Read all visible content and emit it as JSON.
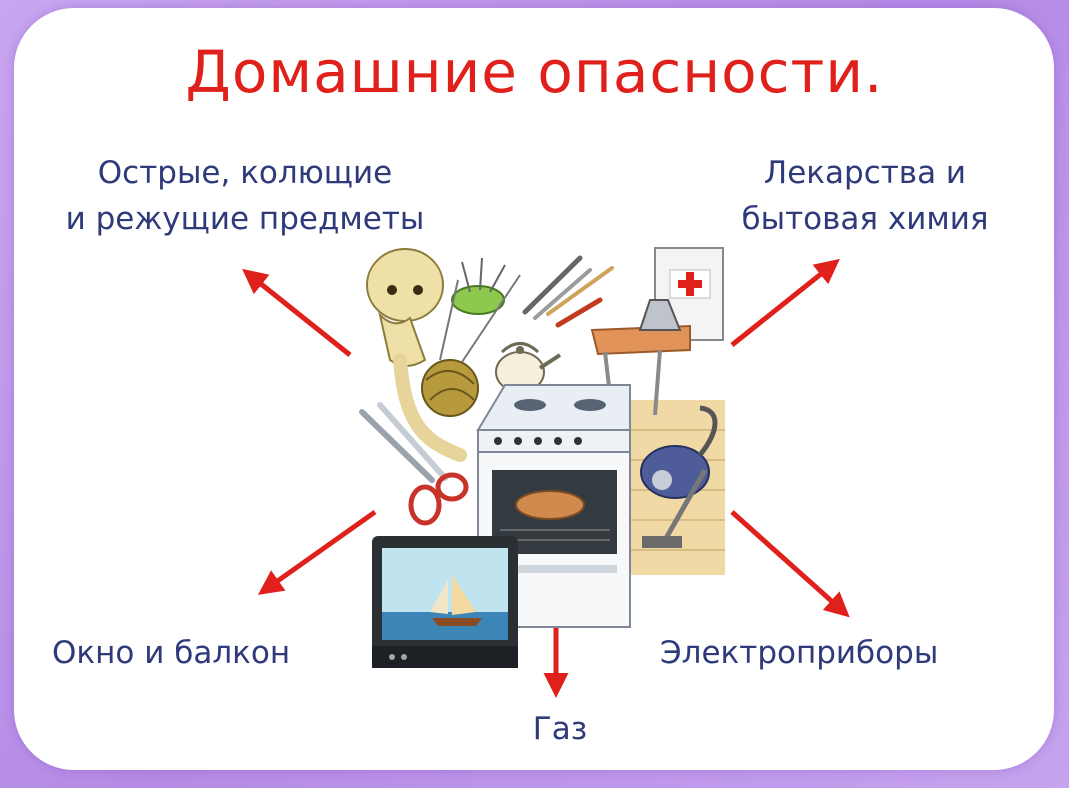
{
  "title": "Домашние опасности.",
  "labels": {
    "sharp": [
      "Острые, колющие",
      "и режущие предметы"
    ],
    "meds": [
      "Лекарства и",
      "бытовая химия"
    ],
    "window": "Окно и балкон",
    "electric": "Электроприборы",
    "gas": "Газ"
  },
  "colors": {
    "title": "#e0201a",
    "label": "#2f3a7a",
    "arrow": "#e0201a",
    "frame": "#b48ae6"
  }
}
